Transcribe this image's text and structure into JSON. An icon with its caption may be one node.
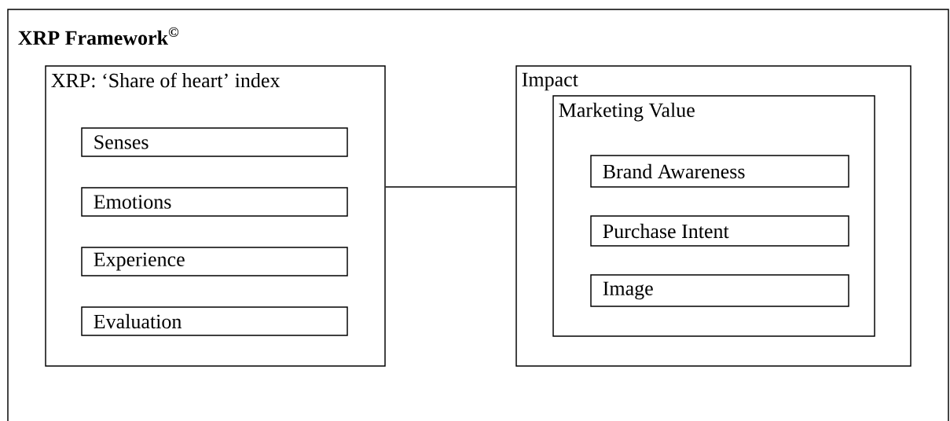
{
  "diagram": {
    "nodes": [
      {
        "text": [
          "XRP Framework$^{©}$"
        ]
      },
      {
        "text": [
          "XRP: ‘Share of heart’ index"
        ],
        "in": 0
      },
      {
        "text": [
          "Senses"
        ],
        "in": 1
      },
      {
        "text": [
          "Emotions"
        ],
        "in": 1
      },
      {
        "text": [
          "Experience"
        ],
        "in": 1
      },
      {
        "text": [
          "Evaluation"
        ],
        "in": 1
      },
      {
        "text": [
          "Impact"
        ],
        "in": 0
      },
      {
        "text": [
          "Marketing Value"
        ],
        "in": 6
      },
      {
        "text": [
          "Brand Awareness"
        ],
        "in": 7
      },
      {
        "text": [
          "Purchase Intent"
        ],
        "in": 7
      },
      {
        "text": [
          "Image"
        ],
        "in": 7
      }
    ],
    "edges": [
      {
        "from": 1,
        "to": 6,
        "arrow": "none"
      }
    ]
  }
}
